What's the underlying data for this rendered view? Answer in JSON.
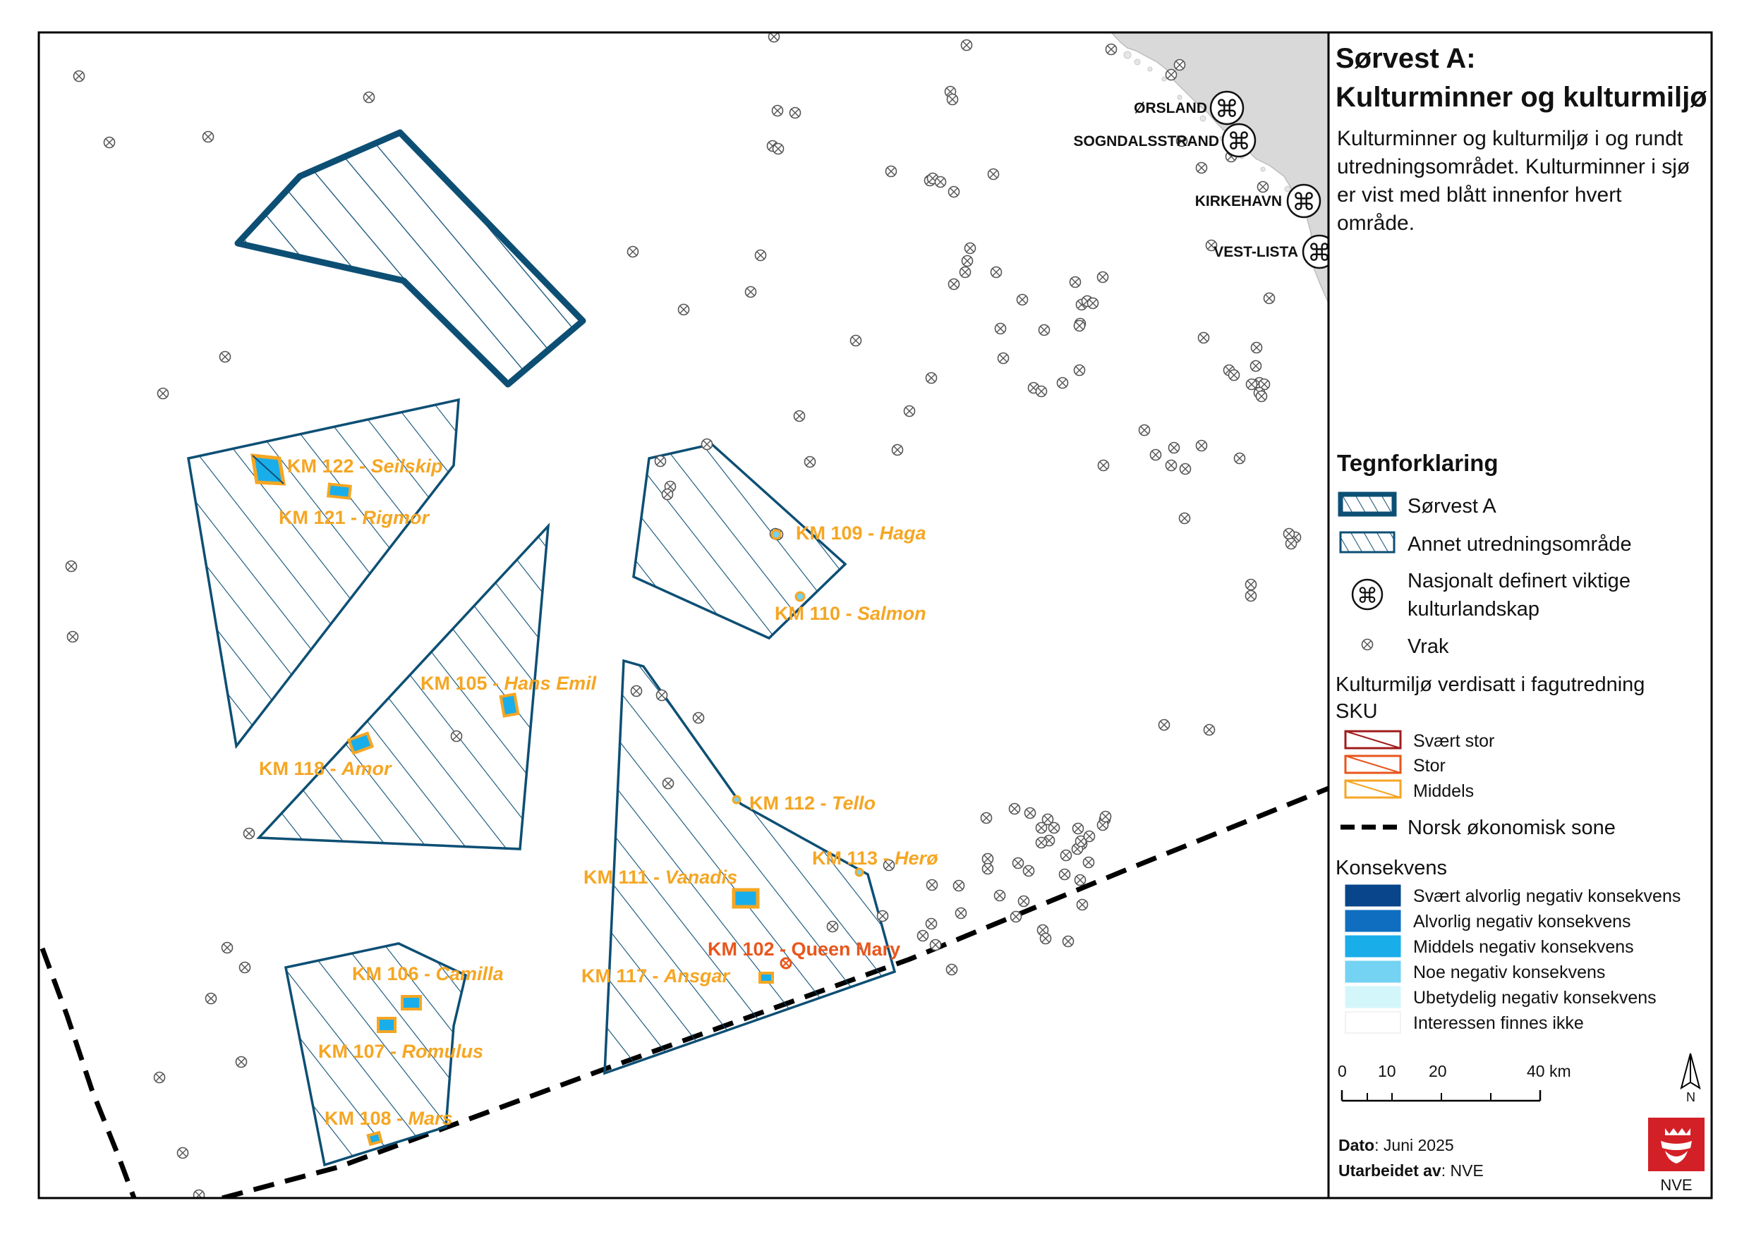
{
  "panel": {
    "title_line1": "Sørvest A:",
    "title_line2": "Kulturminner og kulturmiljø",
    "description": [
      "Kulturminner og kulturmiljø i og rundt",
      "utredningsområdet. Kulturminner i sjø",
      "er vist med blått innenfor hvert",
      "område."
    ]
  },
  "legend": {
    "heading": "Tegnforklaring",
    "sorvest_a": "Sørvest A",
    "annet": "Annet utredningsområde",
    "kulturlandskap_line1": "Nasjonalt definert viktige",
    "kulturlandskap_line2": "kulturlandskap",
    "vrak": "Vrak",
    "kulturmiljo_heading_line1": "Kulturmiljø verdisatt i fagutredning",
    "kulturmiljo_heading_line2": "SKU",
    "value_classes": [
      {
        "label": "Svært stor",
        "color": "#a01c1c"
      },
      {
        "label": "Stor",
        "color": "#e8561c"
      },
      {
        "label": "Middels",
        "color": "#f5a623"
      }
    ],
    "ekonomisk_sone": "Norsk økonomisk sone",
    "konsekvens_heading": "Konsekvens",
    "konsekvens_classes": [
      {
        "label": "Svært alvorlig negativ konsekvens",
        "color": "#08458a"
      },
      {
        "label": "Alvorlig negativ konsekvens",
        "color": "#0f6ec0"
      },
      {
        "label": "Middels negativ konsekvens",
        "color": "#19aeea"
      },
      {
        "label": "Noe negativ konsekvens",
        "color": "#74d2f2"
      },
      {
        "label": "Ubetydelig negativ konsekvens",
        "color": "#d3f6fa"
      },
      {
        "label": "Interessen finnes ikke",
        "color": "#ffffff"
      }
    ]
  },
  "scale_bar": {
    "ticks": [
      "0",
      "10",
      "20",
      "40 km"
    ]
  },
  "north_arrow": "N",
  "footer": {
    "date_label": "Dato",
    "date_value": ": Juni 2025",
    "author_label": "Utarbeidet av",
    "author_value": ": NVE",
    "logo_text": "NVE"
  },
  "places": [
    "ØRSLAND",
    "SOGNDALSSTRAND",
    "KIRKEHAVN",
    "VEST-LISTA"
  ],
  "monuments": [
    {
      "id": "KM 122 - ",
      "name": "Seilskip",
      "class": "Middels",
      "konsekvens": "Middels negativ konsekvens"
    },
    {
      "id": "KM 121 - ",
      "name": "Rigmor",
      "class": "Middels",
      "konsekvens": "Middels negativ konsekvens"
    },
    {
      "id": "KM 109 -  ",
      "name": "Haga",
      "class": "Middels",
      "konsekvens": "Noe negativ konsekvens"
    },
    {
      "id": "KM 110 -  ",
      "name": "Salmon",
      "class": "Middels",
      "konsekvens": "Noe negativ konsekvens"
    },
    {
      "id": "KM 105 -  ",
      "name": "Hans Emil",
      "class": "Middels",
      "konsekvens": "Middels negativ konsekvens"
    },
    {
      "id": "KM 118 -  ",
      "name": "Amor",
      "class": "Middels",
      "konsekvens": "Middels negativ konsekvens"
    },
    {
      "id": "KM 112 -  ",
      "name": "Tello",
      "class": "Middels",
      "konsekvens": "Noe negativ konsekvens"
    },
    {
      "id": "KM 113 -  ",
      "name": "Herø",
      "class": "Middels",
      "konsekvens": "Noe negativ konsekvens"
    },
    {
      "id": "KM 111 -  ",
      "name": "Vanadis",
      "class": "Middels",
      "konsekvens": "Middels negativ konsekvens"
    },
    {
      "id": "KM 102 - Queen Mary",
      "name": "",
      "class": "Stor",
      "konsekvens": "Interessen finnes ikke"
    },
    {
      "id": "KM 117 -  ",
      "name": "Ansgar",
      "class": "Middels",
      "konsekvens": "Middels negativ konsekvens"
    },
    {
      "id": "KM 106 -  ",
      "name": "Camilla",
      "class": "Middels",
      "konsekvens": "Middels negativ konsekvens"
    },
    {
      "id": "KM 107 -  ",
      "name": "Romulus",
      "class": "Middels",
      "konsekvens": "Middels negativ konsekvens"
    },
    {
      "id": "KM 108 -  ",
      "name": "Mars",
      "class": "Middels",
      "konsekvens": "Middels negativ konsekvens"
    }
  ],
  "colors": {
    "area_outline": "#0d4f74",
    "middels": "#f5a623",
    "stor": "#e8561c",
    "coast": "#d9d9d9",
    "nve_red": "#d32027"
  }
}
